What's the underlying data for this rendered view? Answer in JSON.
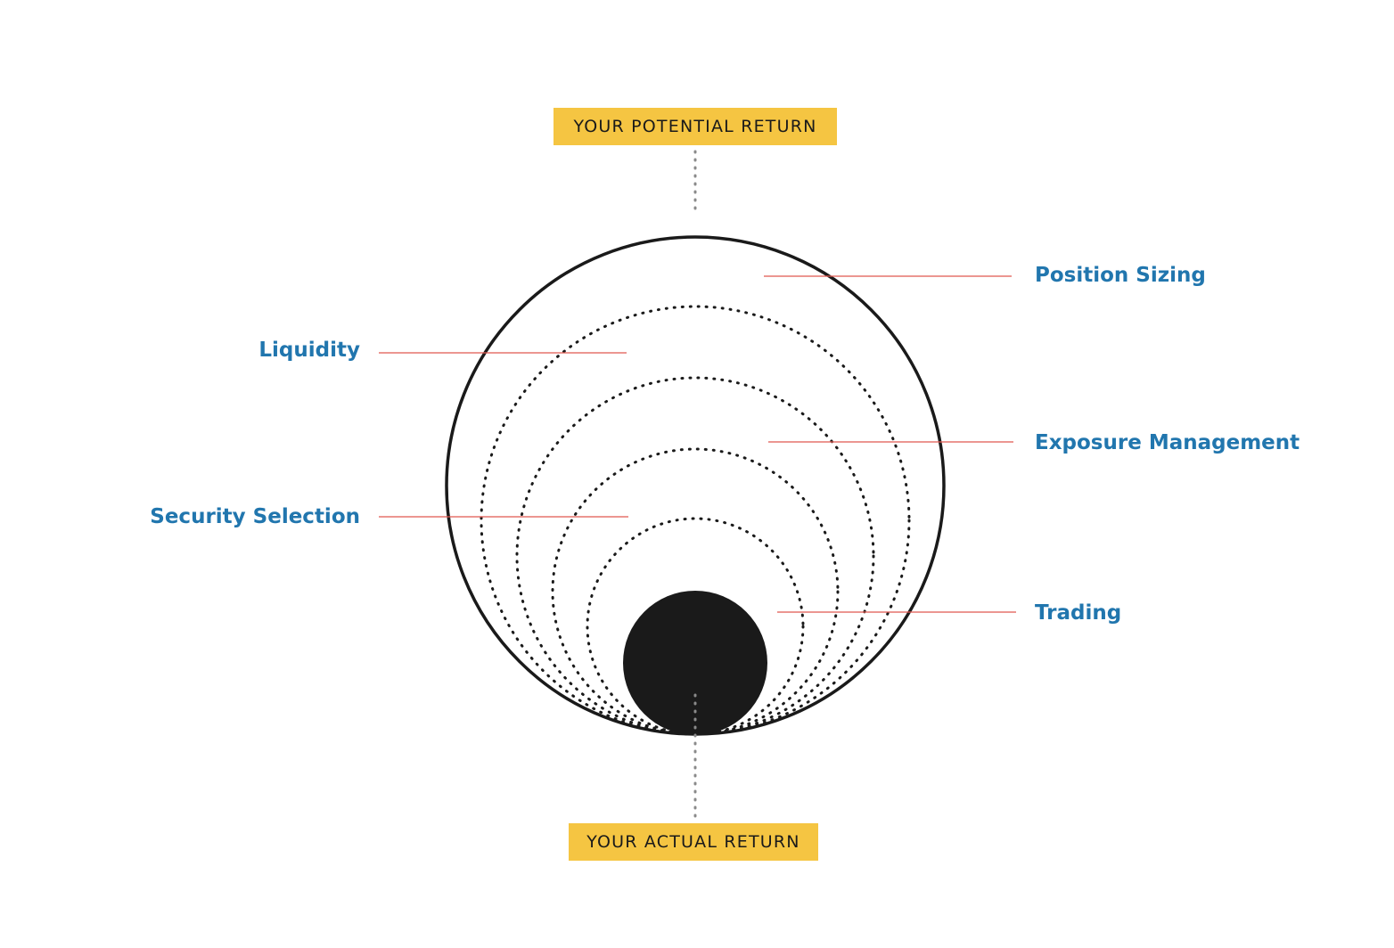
{
  "diagram": {
    "top_badge": "YOUR POTENTIAL RETURN",
    "bottom_badge": "YOUR ACTUAL RETURN",
    "labels": {
      "position_sizing": "Position Sizing",
      "liquidity": "Liquidity",
      "exposure_management": "Exposure Management",
      "security_selection": "Security Selection",
      "trading": "Trading"
    }
  },
  "colors": {
    "badge": "#F5C542",
    "label_text": "#2176AE",
    "leader_line": "#E0574F",
    "outline": "#1a1a1a",
    "connector": "#8a8a8a"
  }
}
